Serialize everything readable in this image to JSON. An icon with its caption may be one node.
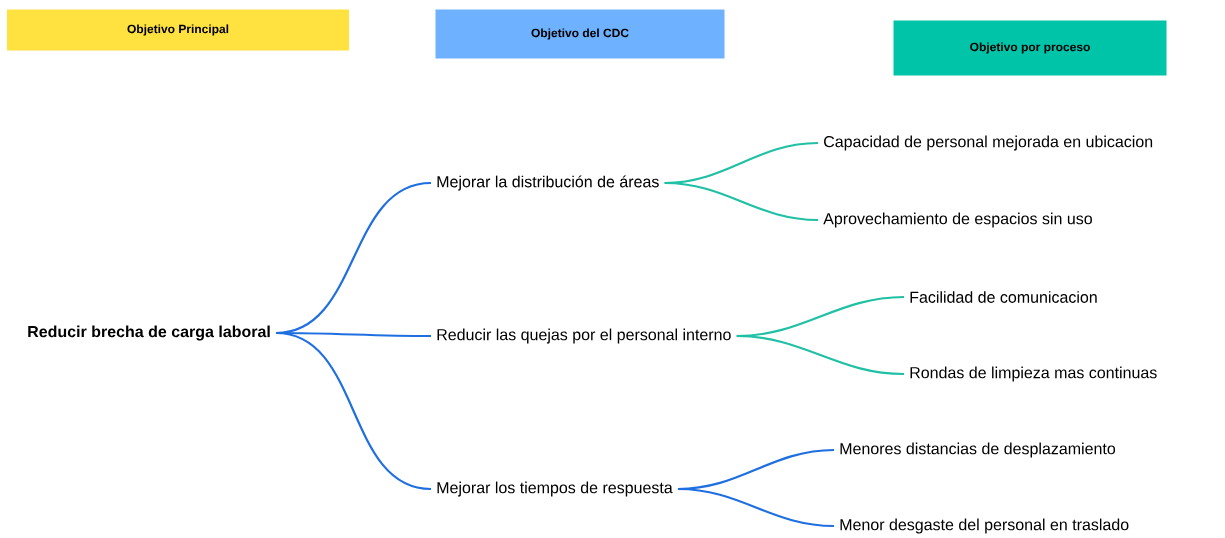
{
  "diagram": {
    "nodes": [
      {
        "text": [
          "Objetivo Principal"
        ]
      },
      {
        "text": [
          "Objetivo del CDC"
        ]
      },
      {
        "text": [
          "Objetivo por proceso"
        ]
      },
      {
        "text": [
          "Reducir brecha de carga laboral"
        ]
      },
      {
        "text": [
          "Mejorar la distribución de áreas"
        ]
      },
      {
        "text": [
          "Reducir las quejas por el personal interno"
        ]
      },
      {
        "text": [
          "Mejorar los tiempos de respuesta"
        ]
      },
      {
        "text": [
          "Capacidad de personal mejorada en ubicacion"
        ]
      },
      {
        "text": [
          "Aprovechamiento de espacios sin uso"
        ]
      },
      {
        "text": [
          "Facilidad de comunicacion"
        ]
      },
      {
        "text": [
          "Rondas de limpieza mas continuas"
        ]
      },
      {
        "text": [
          "Menores distancias de desplazamiento"
        ]
      },
      {
        "text": [
          "Menor desgaste del personal en traslado"
        ]
      }
    ],
    "edges": [
      {
        "from": 3,
        "to": 4,
        "arrow": "none"
      },
      {
        "from": 3,
        "to": 5,
        "arrow": "none"
      },
      {
        "from": 3,
        "to": 6,
        "arrow": "none"
      },
      {
        "from": 4,
        "to": 7,
        "arrow": "none",
        "color": "#1fc0a4"
      },
      {
        "from": 4,
        "to": 8,
        "arrow": "none",
        "color": "#1fc0a4"
      },
      {
        "from": 5,
        "to": 9,
        "arrow": "none",
        "color": "#1fc0a4"
      },
      {
        "from": 5,
        "to": 10,
        "arrow": "none",
        "color": "#1fc0a4"
      },
      {
        "from": 6,
        "to": 11,
        "arrow": "none"
      },
      {
        "from": 6,
        "to": 12,
        "arrow": "none"
      }
    ]
  }
}
